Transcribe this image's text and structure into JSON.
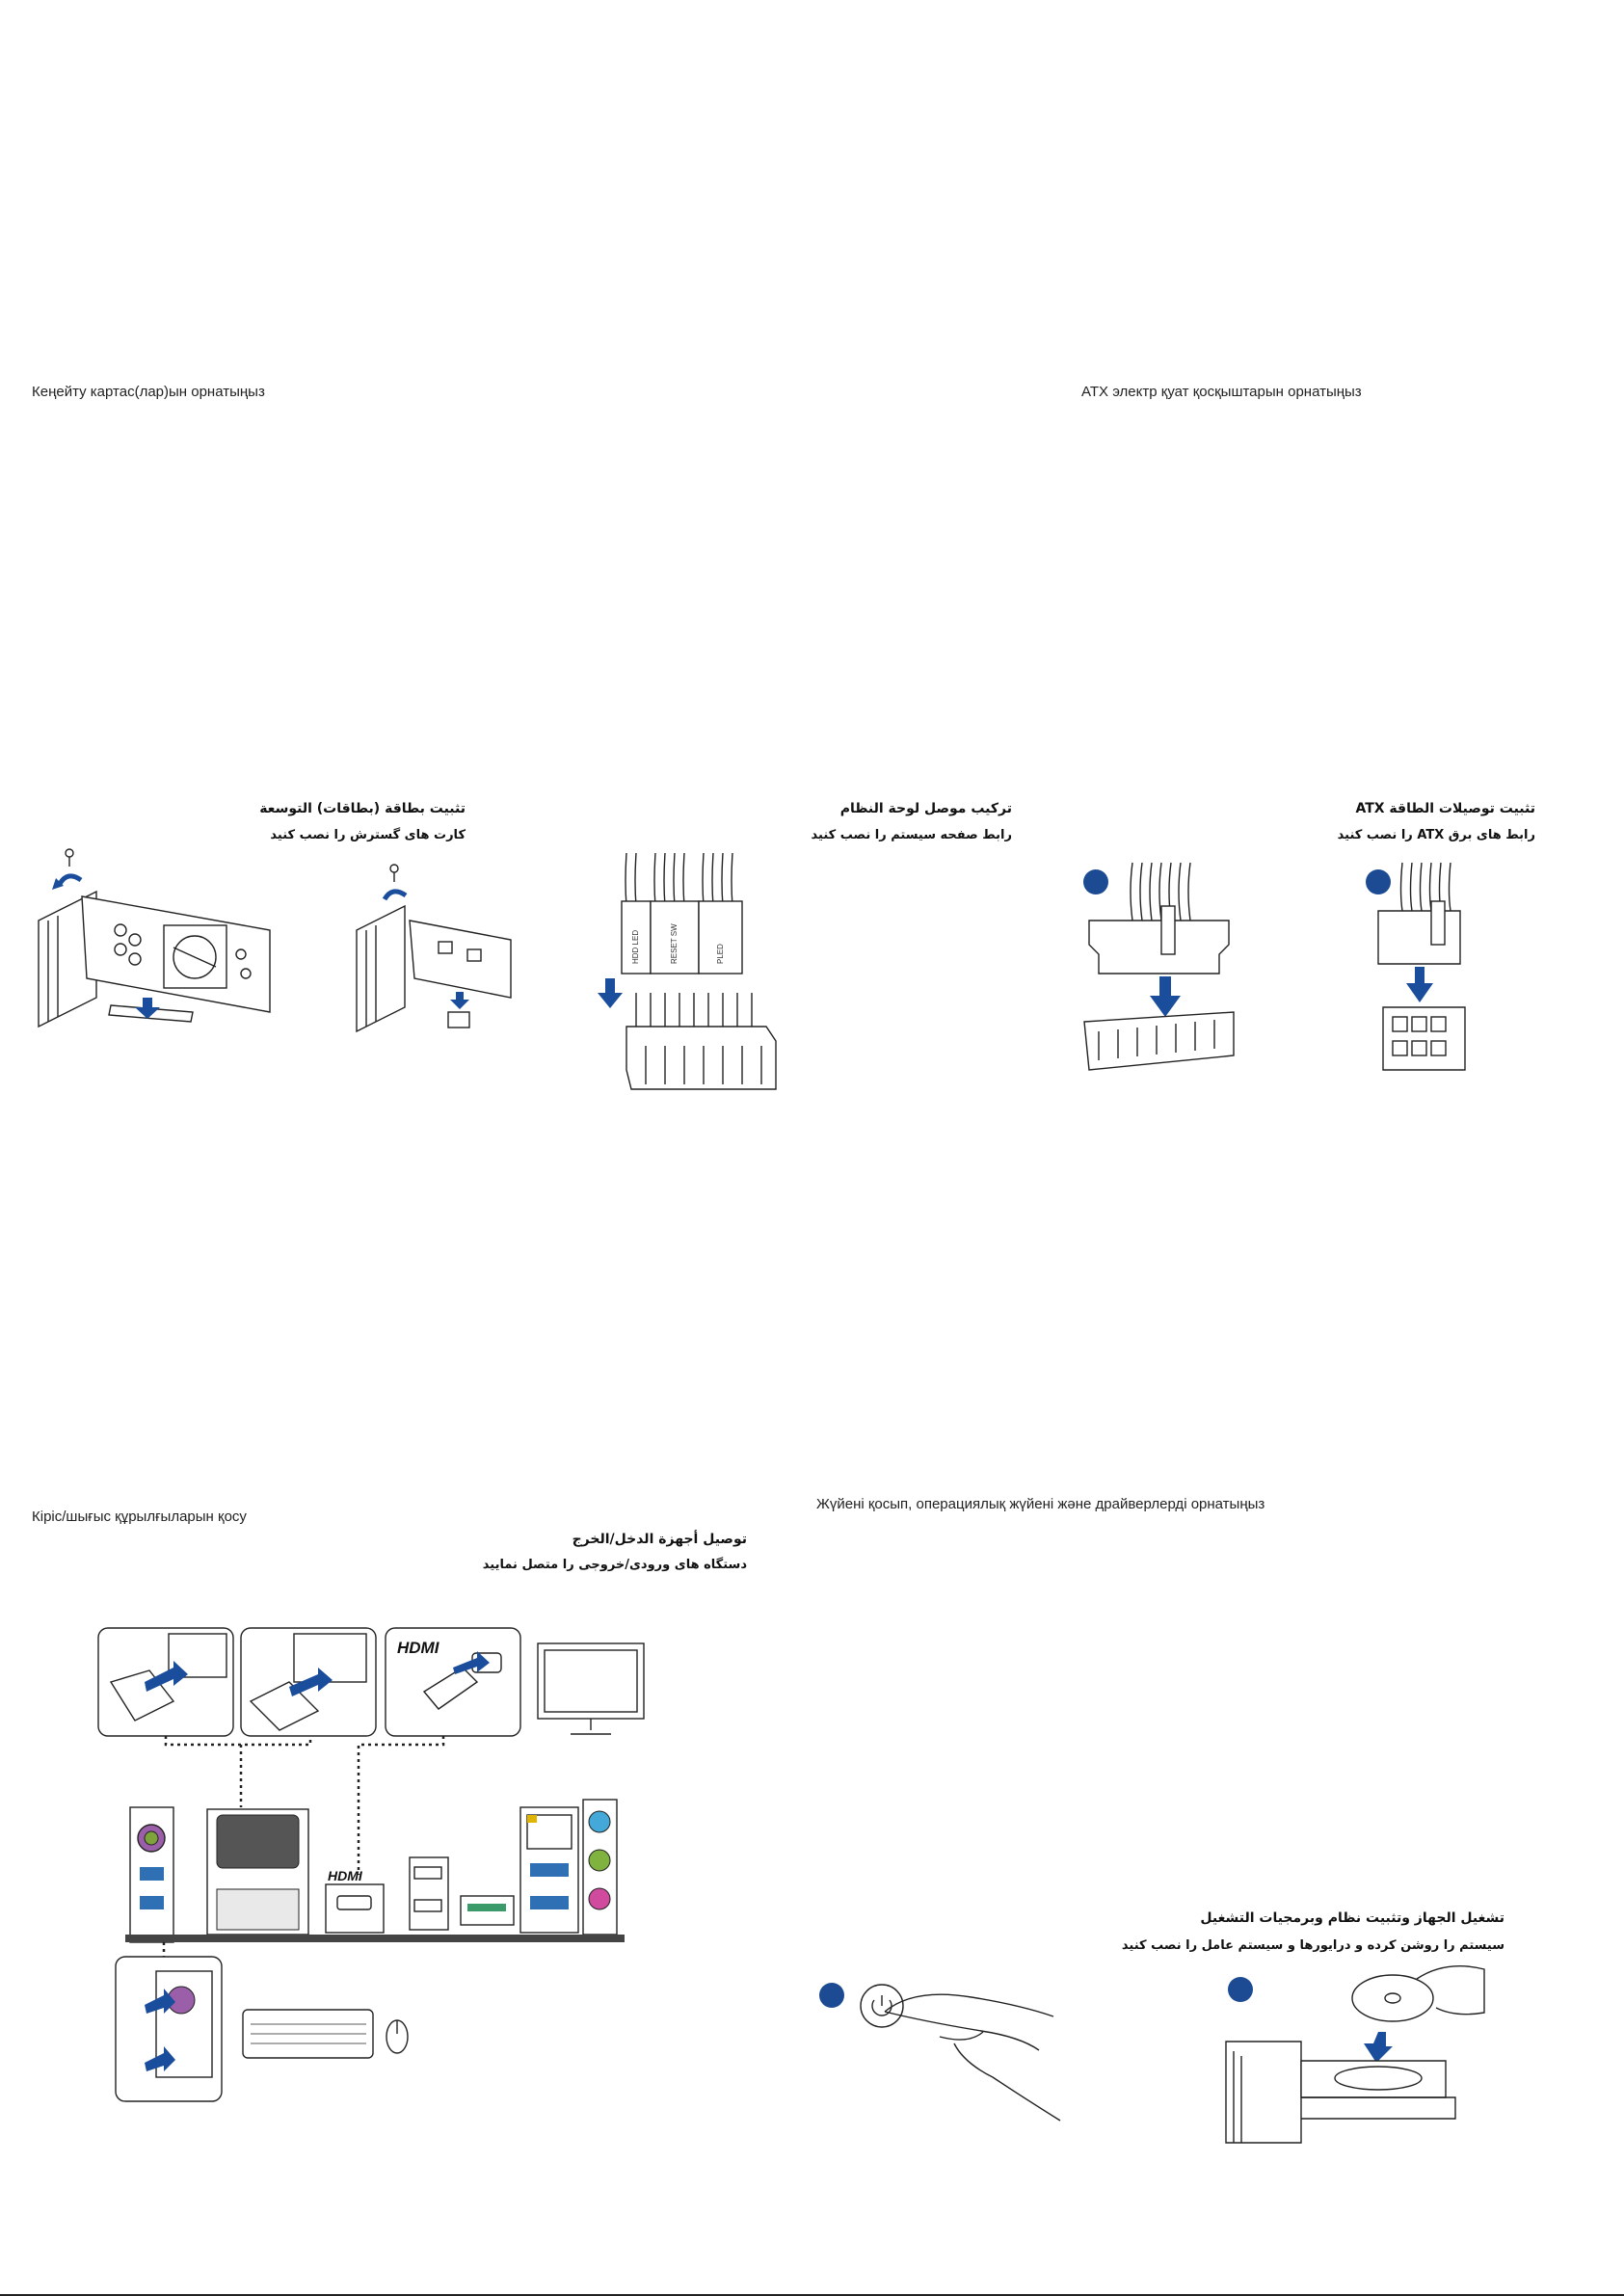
{
  "sections": {
    "expansion": {
      "heading_kz": "Кеңейту картас(лар)ын орнатыңыз",
      "heading_ar": "تثبيت بطاقة (بطاقات) التوسعة",
      "heading_fa": "کارت های گسترش را نصب کنید"
    },
    "atx": {
      "heading_kz": "ATX электр қуат қосқыштарын орнатыңыз",
      "heading_ar": "تثبيت توصيلات الطاقة ATX",
      "heading_fa": "رابط های برق ATX را نصب کنید"
    },
    "panel": {
      "heading_ar": "تركيب موصل لوحة النظام",
      "heading_fa": "رابط صفحه سیستم را نصب کنید",
      "pin_labels": [
        "HDD LED",
        "RESET SW",
        "PLED"
      ]
    },
    "io": {
      "heading_kz": "Кіріс/шығыс құрылғыларын қосу",
      "heading_ar": "توصيل أجهزة الدخل/الخرج",
      "heading_fa": "دستگاه های ورودی/خروجی را متصل نمایید",
      "hdmi_logo": "HDMI"
    },
    "power_on": {
      "heading_kz": "Жүйені қосып, операциялық жүйені және драйверлерді орнатыңыз",
      "heading_ar": "تشغيل الجهاز وتثبيت نظام وبرمجيات التشغيل",
      "heading_fa": "سیستم را روشن کرده و درایورها و سیستم عامل را نصب کنید"
    }
  },
  "icons": [
    "screw-icon",
    "rotate-arrow-icon",
    "down-arrow-icon",
    "step-badge-icon",
    "power-button-icon",
    "monitor-icon",
    "keyboard-icon",
    "mouse-icon",
    "optical-disc-icon"
  ],
  "colors": {
    "accent_blue": "#1c4b94",
    "line": "#222222"
  }
}
